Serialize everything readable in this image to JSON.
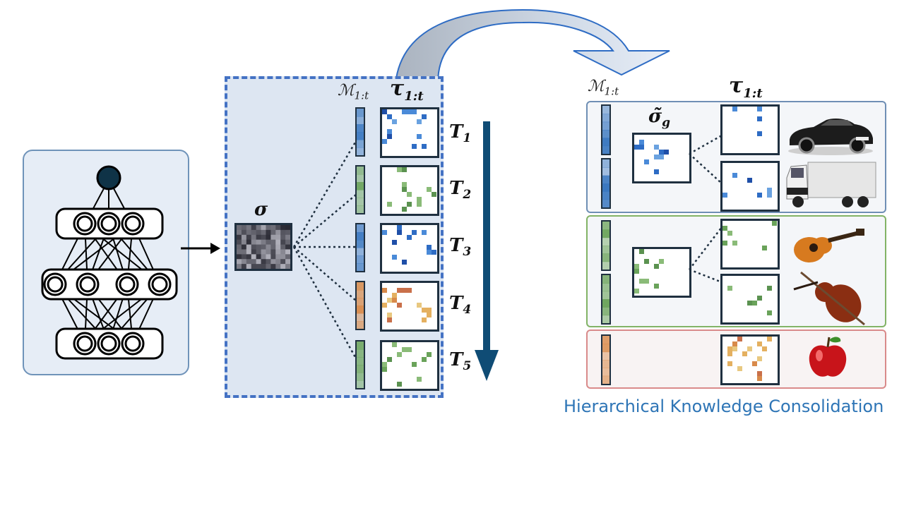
{
  "left": {
    "sigma": "σ",
    "mask_label_main": "ℳ",
    "mask_label_sub": "1:t",
    "tau_label_main": "τ",
    "tau_label_sub": "1:t",
    "tasks": [
      {
        "main": "T",
        "sub": "1"
      },
      {
        "main": "T",
        "sub": "2"
      },
      {
        "main": "T",
        "sub": "3"
      },
      {
        "main": "T",
        "sub": "4"
      },
      {
        "main": "T",
        "sub": "5"
      }
    ]
  },
  "right": {
    "mask_label_main": "ℳ",
    "mask_label_sub": "1:t",
    "tau_label_main": "τ",
    "tau_label_sub": "1:t",
    "sigma_g_main": "σ̃",
    "sigma_g_sub": "g"
  },
  "caption": "Hierarchical Knowledge Consolidation",
  "colors": {
    "blue": "#2e6cc4",
    "green": "#6aa35a",
    "orange": "#d88a4a",
    "navy": "#0f4c75",
    "caption": "#2e75b6"
  },
  "icons": [
    "neural-network-icon",
    "car-icon",
    "truck-icon",
    "guitar-icon",
    "violin-icon",
    "apple-icon"
  ]
}
